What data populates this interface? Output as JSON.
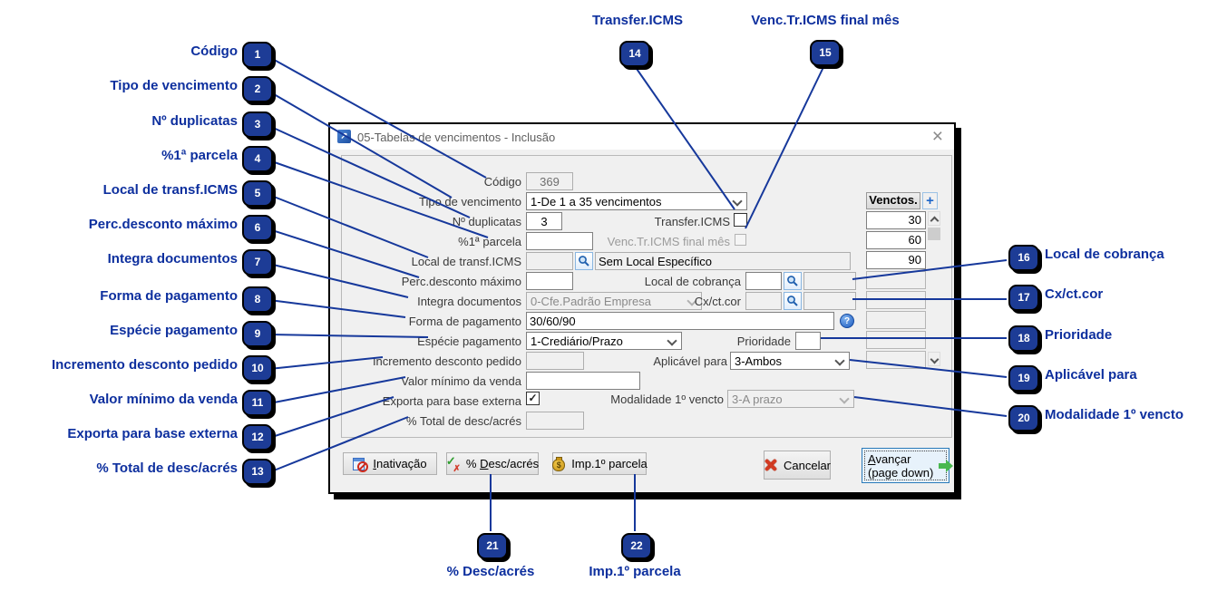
{
  "window": {
    "title": "05-Tabelas de vencimentos - Inclusão"
  },
  "icons": {
    "close": "×",
    "window_glyph": "↗",
    "help": "?",
    "plus": "+",
    "check": "✓",
    "x_small": "✗",
    "dollar": "$"
  },
  "form": {
    "codigo": {
      "label": "Código",
      "value": "369"
    },
    "tipo_vencimento": {
      "label": "Tipo de vencimento",
      "value": "1-De 1 a 35 vencimentos"
    },
    "num_duplicatas": {
      "label": "Nº duplicatas",
      "value": "3"
    },
    "transfer_icms": {
      "label": "Transfer.ICMS",
      "checked": false
    },
    "pct_primeira_parcela": {
      "label": "%1ª parcela",
      "value": ""
    },
    "venc_tr_icms": {
      "label": "Venc.Tr.ICMS final mês",
      "checked": false
    },
    "local_transf_icms": {
      "label": "Local de transf.ICMS",
      "code": "",
      "descr": "Sem Local Específico"
    },
    "perc_desconto_maximo": {
      "label": "Perc.desconto máximo",
      "value": ""
    },
    "local_cobranca": {
      "label": "Local de cobrança",
      "code": "",
      "descr": ""
    },
    "integra_documentos": {
      "label": "Integra documentos",
      "value": "0-Cfe.Padrão Empresa"
    },
    "cx_ct_cor": {
      "label": "Cx/ct.cor",
      "code": "",
      "descr": ""
    },
    "forma_pagamento": {
      "label": "Forma de pagamento",
      "value": "30/60/90"
    },
    "especie_pagamento": {
      "label": "Espécie pagamento",
      "value": "1-Crediário/Prazo"
    },
    "prioridade": {
      "label": "Prioridade",
      "value": ""
    },
    "incremento_desconto": {
      "label": "Incremento desconto pedido",
      "value": ""
    },
    "aplicavel_para": {
      "label": "Aplicável para",
      "value": "3-Ambos"
    },
    "valor_minimo_venda": {
      "label": "Valor mínimo da venda",
      "value": ""
    },
    "exporta_base_externa": {
      "label": "Exporta para base externa",
      "checked": true
    },
    "modalidade_vencto": {
      "label": "Modalidade 1º vencto",
      "value": "3-A prazo"
    },
    "pct_total_desc": {
      "label": "% Total de desc/acrés",
      "value": ""
    }
  },
  "venctos": {
    "header": "Venctos.",
    "rows": [
      "30",
      "60",
      "90",
      "",
      "",
      "",
      "",
      ""
    ]
  },
  "buttons": {
    "inativacao": {
      "accel": "I",
      "post": "nativação"
    },
    "desc_acres": {
      "pre": "% ",
      "accel": "D",
      "post": "esc/acrés"
    },
    "imp_parcela": {
      "label": "Imp.1º parcela"
    },
    "cancelar": {
      "label": "Cancelar"
    },
    "avancar": {
      "accel": "A",
      "post": "vançar",
      "line2": "(page down)"
    }
  },
  "callouts": {
    "left": [
      {
        "n": "1",
        "label": "Código"
      },
      {
        "n": "2",
        "label": "Tipo de vencimento"
      },
      {
        "n": "3",
        "label": "Nº duplicatas"
      },
      {
        "n": "4",
        "label": "%1ª parcela"
      },
      {
        "n": "5",
        "label": "Local de transf.ICMS"
      },
      {
        "n": "6",
        "label": "Perc.desconto máximo"
      },
      {
        "n": "7",
        "label": "Integra documentos"
      },
      {
        "n": "8",
        "label": "Forma de pagamento"
      },
      {
        "n": "9",
        "label": "Espécie pagamento"
      },
      {
        "n": "10",
        "label": "Incremento desconto pedido"
      },
      {
        "n": "11",
        "label": "Valor mínimo da venda"
      },
      {
        "n": "12",
        "label": "Exporta para base externa"
      },
      {
        "n": "13",
        "label": "% Total de desc/acrés"
      }
    ],
    "top": [
      {
        "n": "14",
        "label": "Transfer.ICMS"
      },
      {
        "n": "15",
        "label": "Venc.Tr.ICMS final mês"
      }
    ],
    "right": [
      {
        "n": "16",
        "label": "Local de cobrança"
      },
      {
        "n": "17",
        "label": "Cx/ct.cor"
      },
      {
        "n": "18",
        "label": "Prioridade"
      },
      {
        "n": "19",
        "label": "Aplicável para"
      },
      {
        "n": "20",
        "label": "Modalidade 1º vencto"
      }
    ],
    "bottom": [
      {
        "n": "21",
        "label": "% Desc/acrés"
      },
      {
        "n": "22",
        "label": "Imp.1º parcela"
      }
    ]
  }
}
